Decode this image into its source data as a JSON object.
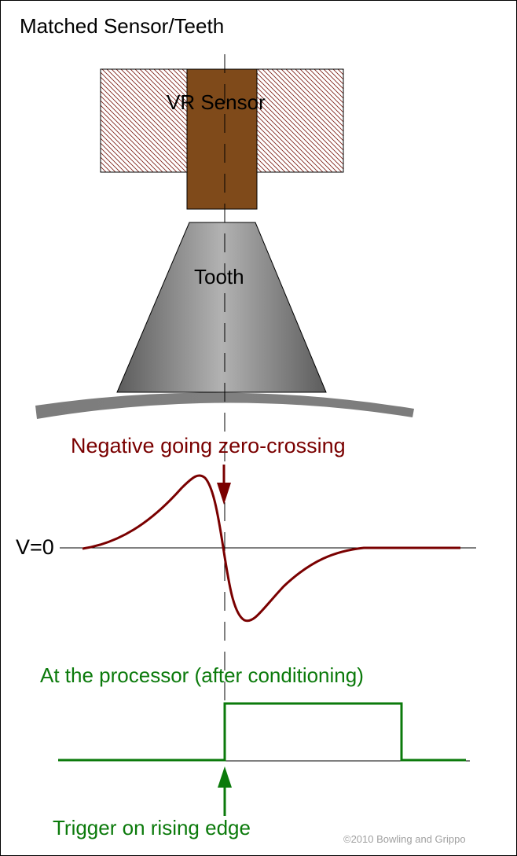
{
  "title": "Matched Sensor/Teeth",
  "labels": {
    "sensor": "VR Sensor",
    "tooth": "Tooth",
    "zero_crossing": "Negative going zero-crossing",
    "zero_level": "V=0",
    "processor": "At the processor (after conditioning)",
    "trigger": "Trigger on rising edge"
  },
  "copyright": "©2010 Bowling and Grippo",
  "colors": {
    "sensor_core": "#7f4a1a",
    "hatch": "#7a1a10",
    "tooth_dark": "#5a5a5a",
    "tooth_light": "#b0b0b0",
    "vr_signal": "#7a0000",
    "digital_signal": "#0b7a0b",
    "copyright": "#a0a0a0"
  },
  "icons": {
    "zero_crossing_arrow": "arrow-down-icon",
    "trigger_arrow": "arrow-up-icon"
  }
}
